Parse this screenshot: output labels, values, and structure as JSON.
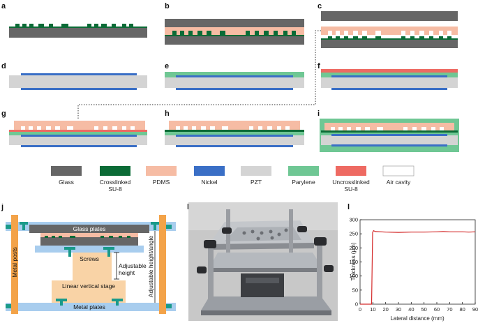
{
  "panels": [
    "a",
    "b",
    "c",
    "d",
    "e",
    "f",
    "g",
    "h",
    "i",
    "j",
    "k",
    "l"
  ],
  "colors": {
    "glass": "#666666",
    "su8": "#0b6b36",
    "pdms": "#f6bca4",
    "nickel": "#3a6fc6",
    "pzt": "#d4d4d4",
    "parylene": "#6fc794",
    "uncrosslinked": "#ee6a62",
    "air": "#ffffff",
    "orange": "#f3a349",
    "lightorange": "#f9d3a6",
    "lightblue": "#a8cdee",
    "curve": "#d42a2a"
  },
  "legend": [
    {
      "key": "glass",
      "label1": "Glass",
      "label2": ""
    },
    {
      "key": "su8",
      "label1": "Crosslinked",
      "label2": "SU-8"
    },
    {
      "key": "pdms",
      "label1": "PDMS",
      "label2": ""
    },
    {
      "key": "nickel",
      "label1": "Nickel",
      "label2": ""
    },
    {
      "key": "pzt",
      "label1": "PZT",
      "label2": ""
    },
    {
      "key": "parylene",
      "label1": "Parylene",
      "label2": ""
    },
    {
      "key": "uncrosslinked",
      "label1": "Uncrosslinked",
      "label2": "SU-8"
    },
    {
      "key": "air",
      "label1": "Air cavity",
      "label2": ""
    }
  ],
  "setup": {
    "glass_plates": "Glass plates",
    "metal_posts": "Metal posts",
    "screws": "Screws",
    "adjustable_height_1": "Adjustable",
    "adjustable_height_2": "height",
    "adjustable_angle": "Adjustable height/angle",
    "linear_stage": "Linear vertical stage",
    "metal_plates": "Metal plates"
  },
  "chart_data": {
    "type": "line",
    "xlabel": "Lateral distance (mm)",
    "ylabel": "Thickness (μm)",
    "xlim": [
      0,
      90
    ],
    "ylim": [
      0,
      300
    ],
    "xticks": [
      0,
      10,
      20,
      30,
      40,
      50,
      60,
      70,
      80,
      90
    ],
    "yticks": [
      0,
      50,
      100,
      150,
      200,
      250,
      300
    ],
    "grid": false,
    "series": [
      {
        "x": [
          0,
          9,
          9.8,
          10.5,
          12,
          20,
          30,
          40,
          50,
          60,
          65,
          70,
          80,
          85,
          90
        ],
        "y": [
          0,
          0,
          255,
          261,
          258,
          256,
          255,
          256,
          256,
          257,
          258,
          257,
          257,
          256,
          257
        ]
      }
    ]
  }
}
